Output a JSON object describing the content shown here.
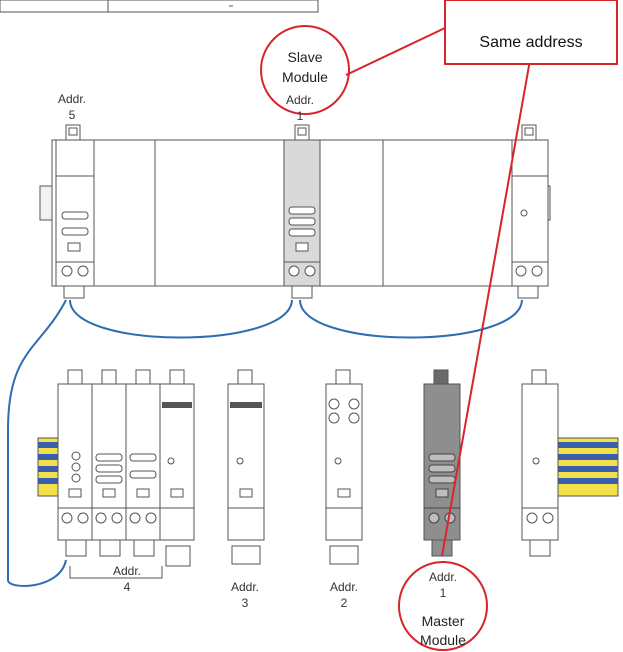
{
  "labels": {
    "top_left_addr": [
      "Addr.",
      "5"
    ],
    "slave_addr": [
      "Addr.",
      "1"
    ],
    "bottom_addr4": [
      "Addr.",
      "4"
    ],
    "bottom_addr3": [
      "Addr.",
      "3"
    ],
    "bottom_addr2": [
      "Addr.",
      "2"
    ],
    "master_addr": [
      "Addr.",
      "1"
    ]
  },
  "callouts": {
    "slave": [
      "Slave",
      "Module"
    ],
    "master": [
      "Master",
      "Module"
    ],
    "same_address": "Same address"
  },
  "colors": {
    "callout": "#d6262b",
    "cable": "#2f6db3",
    "bus_blue": "#3a5fae",
    "bus_yellow": "#f4e04a",
    "master_module": "#8e8e8e",
    "slave_module": "#d9d9d9",
    "module_line": "#444444"
  }
}
